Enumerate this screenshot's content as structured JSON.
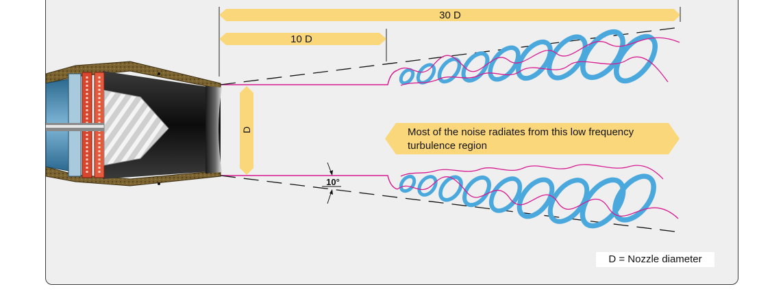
{
  "labels": {
    "dim_30d": "30 D",
    "dim_10d": "10 D",
    "dim_d": "D",
    "angle": "10°",
    "note_line1": "Most of the noise radiates from this low frequency",
    "note_line2": "turbulence region",
    "legend": "D = Nozzle diameter"
  },
  "colors": {
    "arrow_fill": "#fbd77c",
    "jet_boundary": "#d61a8f",
    "vortex": "#4aa8dd",
    "engine_casing": "#6f5a2a",
    "turbine_red": "#d9462e",
    "panel": "#efefef"
  }
}
